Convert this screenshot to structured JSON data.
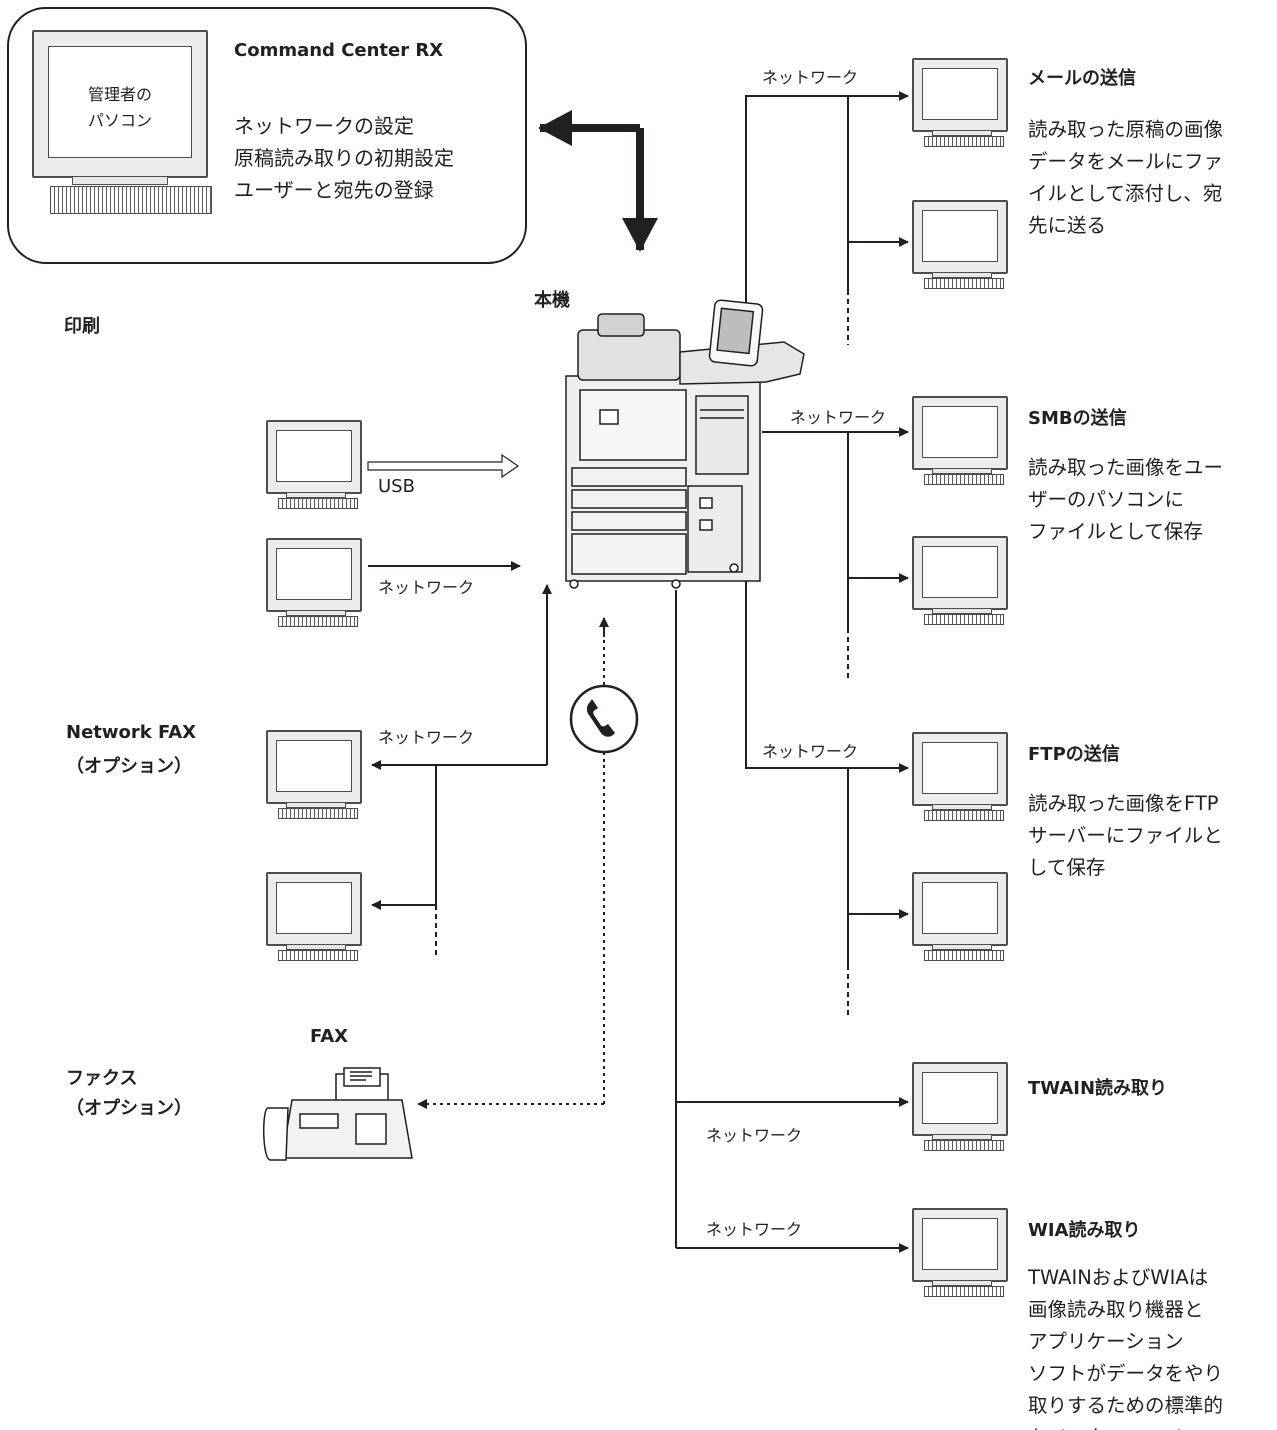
{
  "admin": {
    "pc_label": "管理者の\nパソコン",
    "title": "Command Center RX",
    "lines": [
      "ネットワークの設定",
      "原稿読み取りの初期設定",
      "ユーザーと宛先の登録"
    ]
  },
  "machine_label": "本機",
  "print_section": "印刷",
  "usb_label": "USB",
  "network_label": "ネットワーク",
  "network_fax": {
    "title": "Network FAX",
    "option": "（オプション）"
  },
  "fax_label": "FAX",
  "fax_section": {
    "title": "ファクス",
    "option": "（オプション）"
  },
  "destinations": [
    {
      "title": "メールの送信",
      "desc": "読み取った原稿の画像\nデータをメールにファ\nイルとして添付し、宛\n先に送る"
    },
    {
      "title": "SMBの送信",
      "desc": "読み取った画像をユー\nザーのパソコンに\nファイルとして保存"
    },
    {
      "title": "FTPの送信",
      "desc": "読み取った画像をFTP\nサーバーにファイルと\nして保存"
    },
    {
      "title": "TWAIN読み取り",
      "desc": ""
    },
    {
      "title": "WIA読み取り",
      "desc": "TWAINおよびWIAは\n画像読み取り機器と\nアプリケーション\nソフトがデータをやり\n取りするための標準的\nなインターフェイス"
    }
  ],
  "icons": [
    "computer-icon",
    "printer-icon",
    "fax-icon",
    "phone-icon",
    "arrow-icon"
  ]
}
